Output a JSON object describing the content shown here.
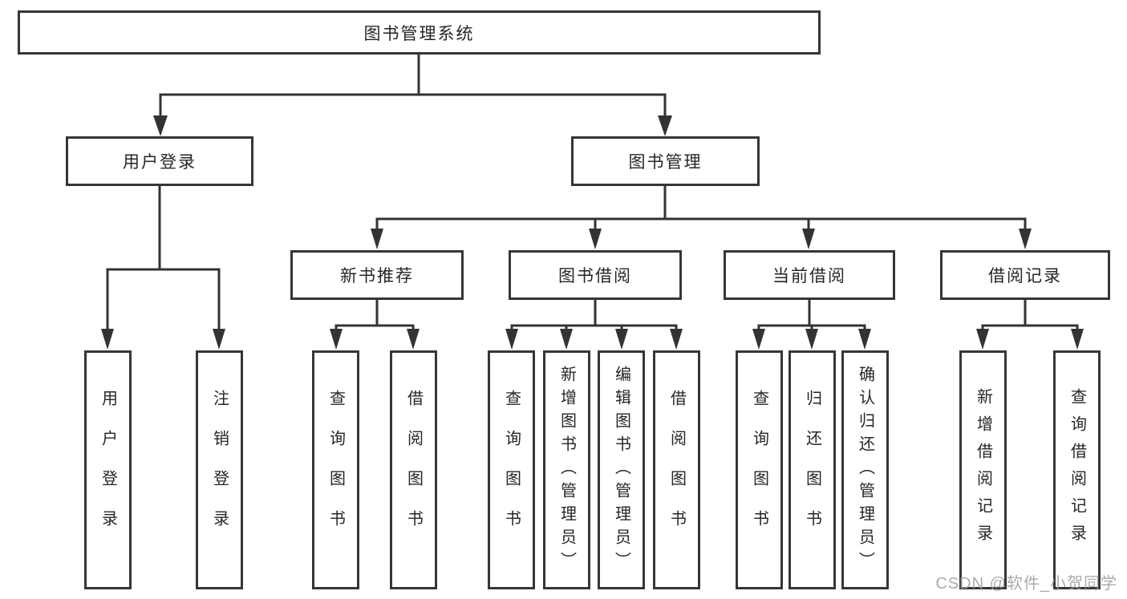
{
  "colors": {
    "line": "#333333",
    "border": "#363636",
    "text": "#262626",
    "watermark": "#9d9d9d",
    "background": "#ffffff"
  },
  "diagram": {
    "root": {
      "label": "图书管理系统"
    },
    "user_login": {
      "label": "用户登录",
      "children": [
        "用户登录",
        "注销登录"
      ]
    },
    "book_mgmt": {
      "label": "图书管理"
    },
    "new_books": {
      "label": "新书推荐",
      "children": [
        "查询图书",
        "借阅图书"
      ]
    },
    "book_borrow": {
      "label": "图书借阅",
      "children": [
        "查询图书",
        "新增图书（管理员）",
        "编辑图书（管理员）",
        "借阅图书"
      ]
    },
    "current_borrow": {
      "label": "当前借阅",
      "children": [
        "查询图书",
        "归还图书",
        "确认归还（管理员）"
      ]
    },
    "borrow_records": {
      "label": "借阅记录",
      "children": [
        "新增借阅记录",
        "查询借阅记录"
      ]
    }
  },
  "watermark": {
    "text": "CSDN @软件_小贺同学"
  }
}
